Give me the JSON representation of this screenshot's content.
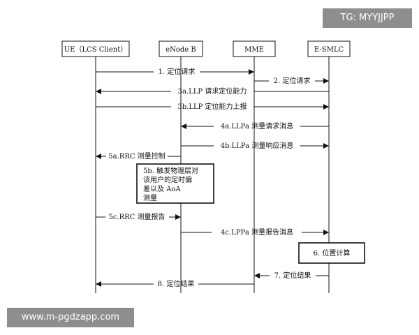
{
  "watermark": {
    "tag": "TG: MYYJJPP",
    "site": "www.m-pgdzapp.com"
  },
  "participants": [
    "UE（LCS Client）",
    "eNode B",
    "MME",
    "E-SMLC"
  ],
  "messages": [
    "1. 定位请求",
    "2. 定位请求",
    "3a.LLP 请求定位能力",
    "3b.LLP 定位能力上报",
    "4a.LLPa 测量请求消息",
    "4b.LLPa 测量响应消息",
    "5a.RRC 测量控制",
    "5c.RRC 测量报告",
    "4c.LPPa 测量报告消息",
    "7. 定位结果",
    "8. 定位结果"
  ],
  "process_5b": [
    "5b. 触发物理层对",
    "该用户的定时偏",
    "差以及 AoA",
    "测量"
  ],
  "process_6": "6. 位置计算"
}
